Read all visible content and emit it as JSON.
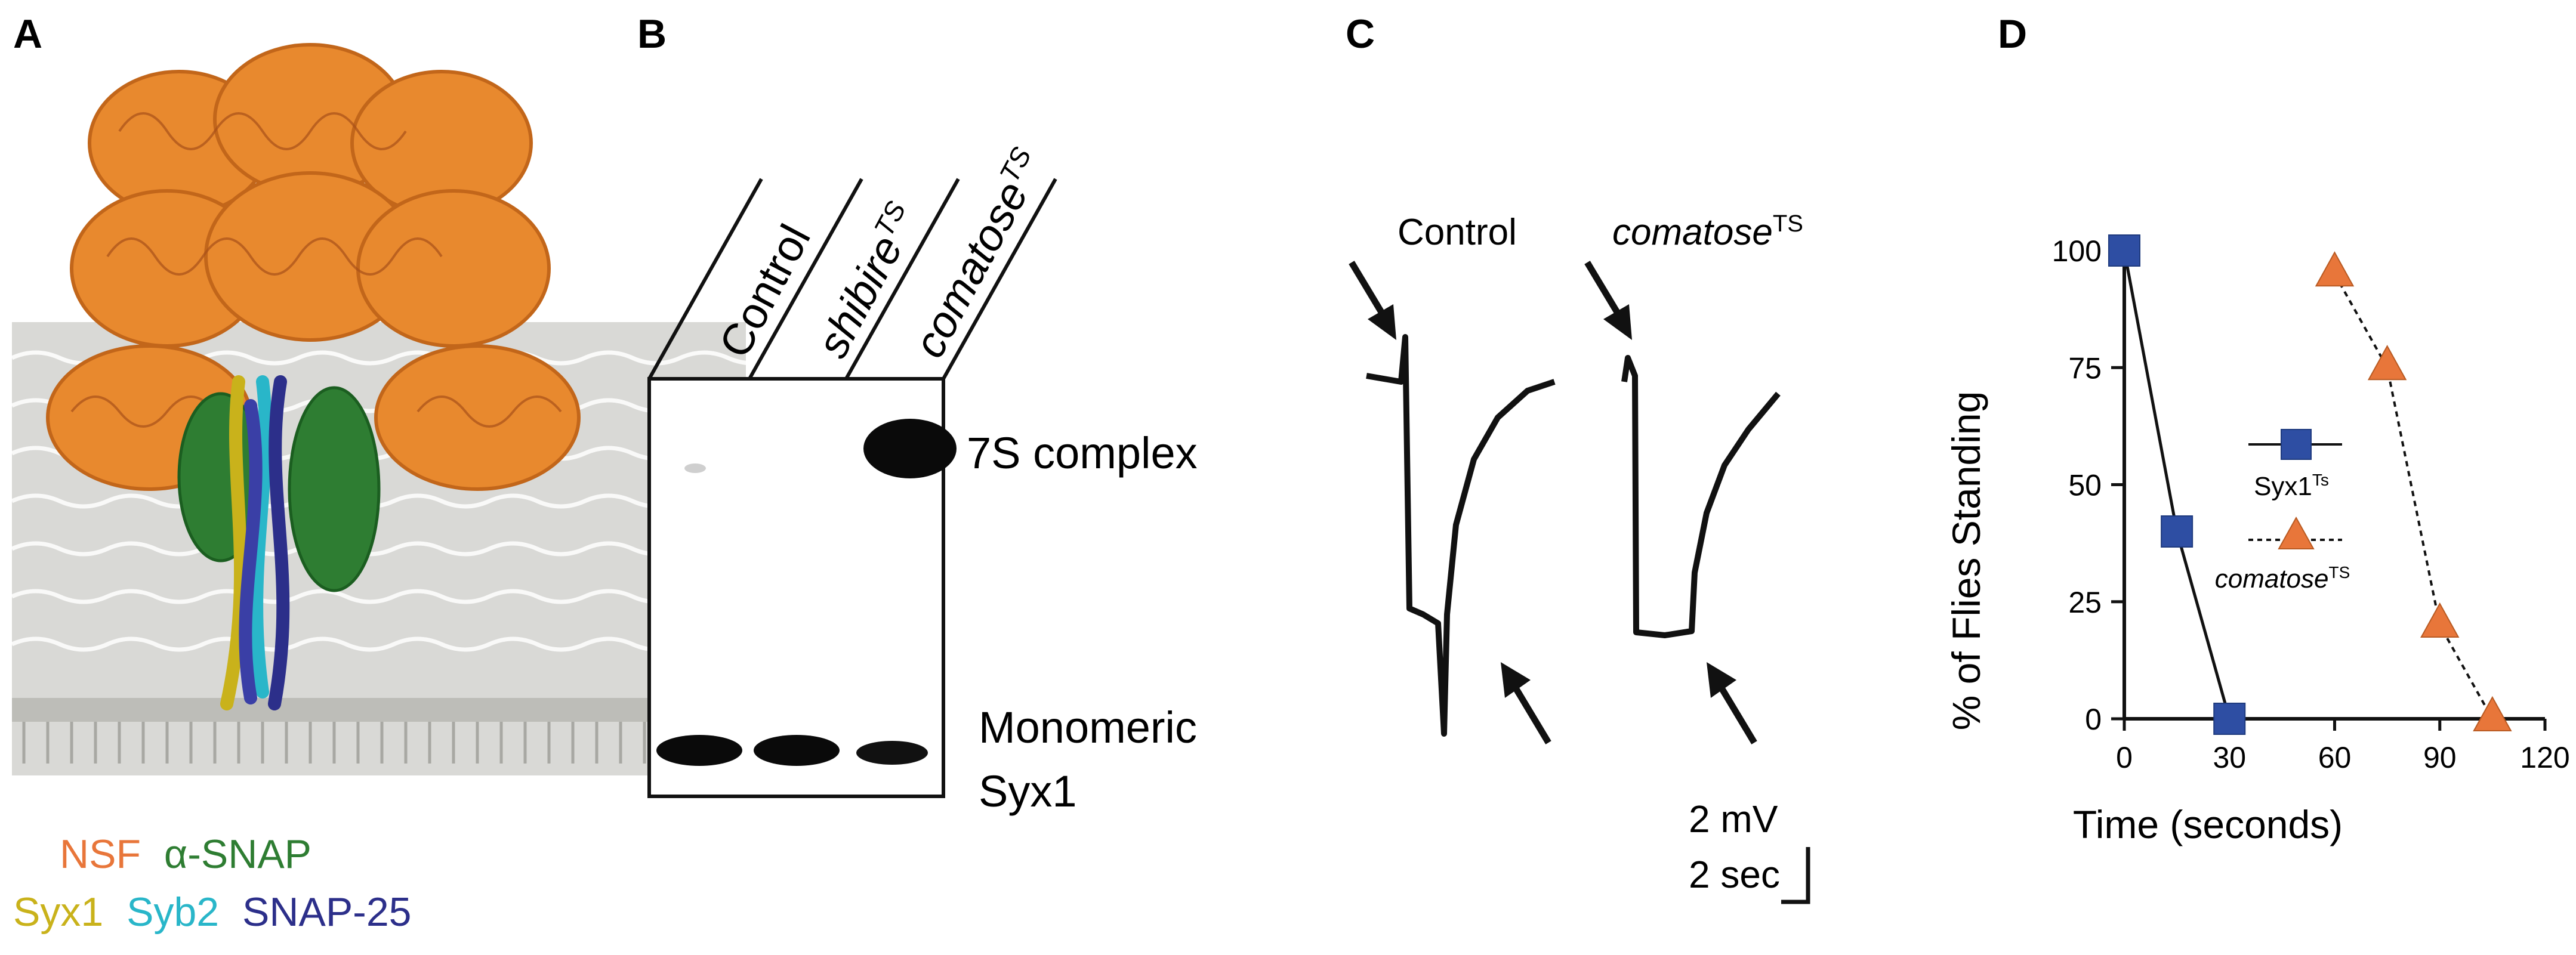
{
  "panel_a": {
    "letter": "A",
    "legend_line1": [
      {
        "text": "NSF",
        "color": "#e8763a"
      },
      {
        "text": "α-SNAP",
        "color": "#2e7d32"
      }
    ],
    "legend_line2": [
      {
        "text": "Syx1",
        "color": "#c9b21b"
      },
      {
        "text": "Syb2",
        "color": "#29b6c9"
      },
      {
        "text": "SNAP-25",
        "color": "#2c2f8a"
      }
    ]
  },
  "panel_b": {
    "letter": "B",
    "lanes": [
      {
        "base": "Control",
        "sup": ""
      },
      {
        "base": "shibire",
        "sup": "TS"
      },
      {
        "base": "comatose",
        "sup": "TS"
      }
    ],
    "band_top_label": "7S complex",
    "band_bottom_label_line1": "Monomeric",
    "band_bottom_label_line2": "Syx1"
  },
  "panel_c": {
    "letter": "C",
    "trace1_label": "Control",
    "trace2_label_base": "comatose",
    "trace2_label_sup": "TS",
    "scale_voltage": "2 mV",
    "scale_time": "2 sec"
  },
  "panel_d": {
    "letter": "D",
    "colors": {
      "syx1": "#2e4ea3",
      "comatose": "#e8763a"
    },
    "legend_syx1_base": "Syx1",
    "legend_syx1_sup": "Ts",
    "legend_com_base": "comatose",
    "legend_com_sup": "TS"
  },
  "chart_data": {
    "type": "line",
    "xlabel": "Time (seconds)",
    "ylabel": "% of Flies Standing",
    "xlim": [
      0,
      120
    ],
    "ylim": [
      0,
      100
    ],
    "xticks": [
      "0",
      "30",
      "60",
      "90",
      "120"
    ],
    "yticks": [
      "0",
      "25",
      "50",
      "75",
      "100"
    ],
    "series": [
      {
        "name": "Syx1Ts",
        "line": "solid",
        "marker": "square",
        "x": [
          0,
          15,
          30
        ],
        "y": [
          100,
          40,
          0
        ]
      },
      {
        "name": "comatoseTS",
        "line": "dashed",
        "marker": "triangle",
        "x": [
          60,
          75,
          90,
          105
        ],
        "y": [
          95,
          75,
          20,
          0
        ]
      }
    ]
  }
}
